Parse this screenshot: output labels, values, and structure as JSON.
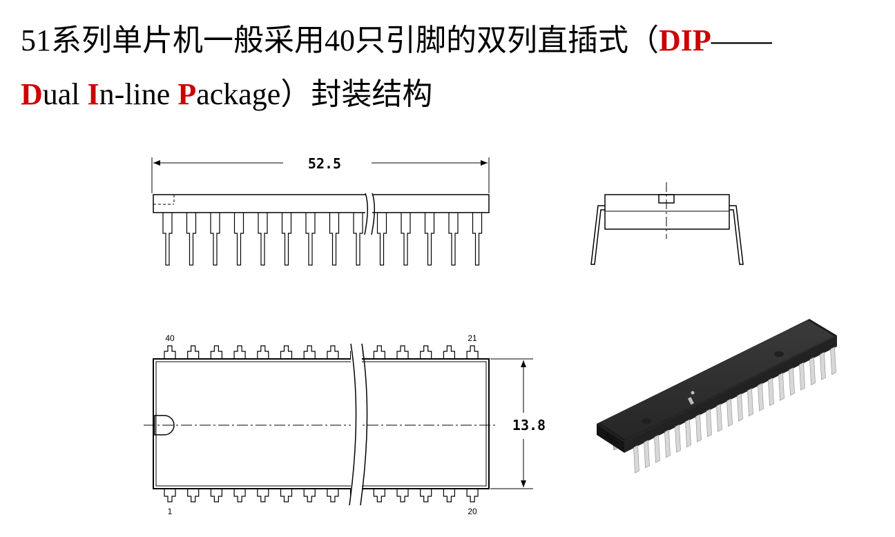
{
  "title": {
    "line1_prefix": "51系列单片机一般采用40只引脚的双列直插式（",
    "dip": "DIP",
    "dash": "——",
    "d": "D",
    "ual": "ual ",
    "i": "I",
    "nline": "n-line ",
    "p": "P",
    "ackage": "ackage",
    "line2_suffix": "）封装结构"
  },
  "drawing": {
    "length_dim": "52.5",
    "width_dim": "13.8",
    "pin_40": "40",
    "pin_21": "21",
    "pin_1": "1",
    "pin_20": "20"
  },
  "colors": {
    "accent": "#cc0000",
    "chip": "#2e2e2e",
    "pin": "#d8d8d8"
  }
}
